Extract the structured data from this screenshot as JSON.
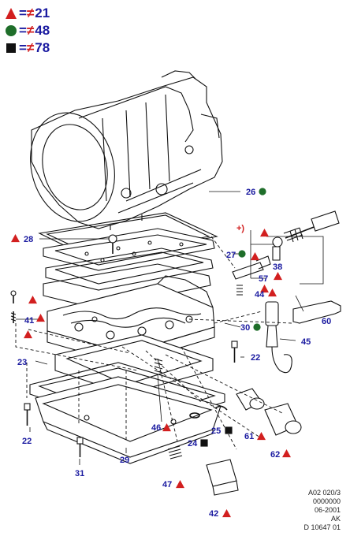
{
  "legend": [
    {
      "symbol": "red-triangle",
      "color": "#d21f1f",
      "equals": "=",
      "ne": "≠",
      "value": "21"
    },
    {
      "symbol": "green-circle",
      "color": "#1f6e2a",
      "equals": "=",
      "ne": "≠",
      "value": "48"
    },
    {
      "symbol": "black-square",
      "color": "#111111",
      "equals": "=",
      "ne": "≠",
      "value": "78"
    }
  ],
  "callouts": {
    "c26": "26",
    "c28": "28",
    "c27": "27",
    "c57": "57",
    "c38": "38",
    "c44": "44",
    "c41": "41",
    "c60": "60",
    "c30": "30",
    "c45": "45",
    "c22a": "22",
    "c23": "23",
    "c22b": "22",
    "c46": "46",
    "c24": "24",
    "c25": "25",
    "c61": "61",
    "c62": "62",
    "c29": "29",
    "c31": "31",
    "c47": "47",
    "c42": "42",
    "plus": "+)"
  },
  "footer": {
    "line1": "A02 020/3",
    "line2": "0000000",
    "line3": "06-2001",
    "line4": "AK",
    "line5": "D 10647 01"
  },
  "colors": {
    "triangle": "#d21f1f",
    "circle": "#1f6e2a",
    "square": "#111111",
    "callout": "#1a1aa0"
  }
}
